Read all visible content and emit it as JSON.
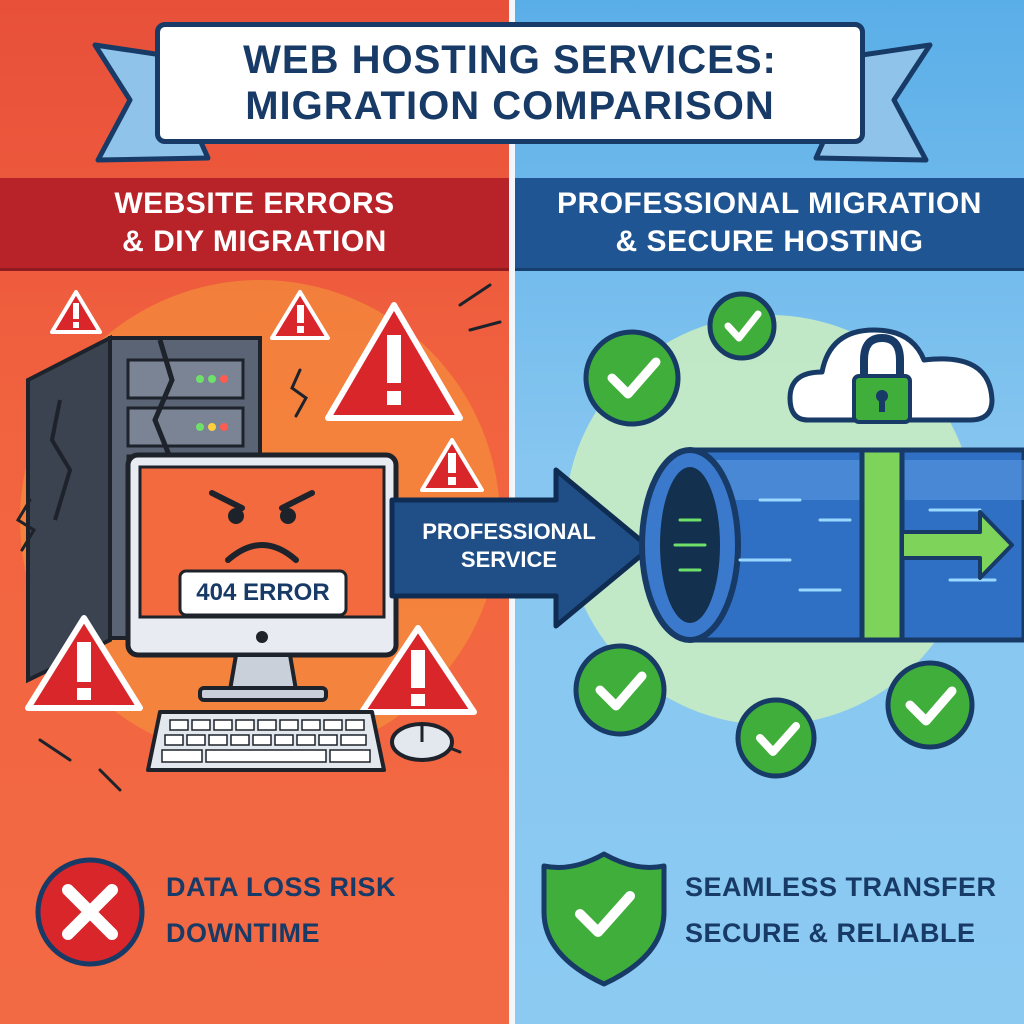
{
  "title": {
    "line1": "WEB HOSTING SERVICES:",
    "line2": "MIGRATION COMPARISON"
  },
  "left_section": {
    "heading_line1": "WEBSITE ERRORS",
    "heading_line2": "& DIY MIGRATION",
    "screen_error": "404 ERROR",
    "footer_line1": "DATA LOSS RISK",
    "footer_line2": "DOWNTIME"
  },
  "right_section": {
    "heading_line1": "PROFESSIONAL MIGRATION",
    "heading_line2": "& SECURE HOSTING",
    "footer_line1": "SEAMLESS TRANSFER",
    "footer_line2": "SECURE & RELIABLE"
  },
  "center_arrow": {
    "line1": "PROFESSIONAL",
    "line2": "SERVICE"
  },
  "icons": {
    "left": [
      "warning-icon",
      "server-icon",
      "monitor-icon",
      "angry-face-icon",
      "keyboard-icon",
      "mouse-icon",
      "x-circle-icon"
    ],
    "right": [
      "check-circle-icon",
      "cloud-icon",
      "lock-icon",
      "pipe-icon",
      "shield-check-icon"
    ]
  },
  "colors": {
    "left_bg": "#f2643f",
    "left_header": "#b8232a",
    "right_bg": "#86c6f0",
    "right_header": "#1f5592",
    "navy": "#173a66",
    "success_green": "#3fae3a",
    "warning_red": "#d9262b"
  }
}
